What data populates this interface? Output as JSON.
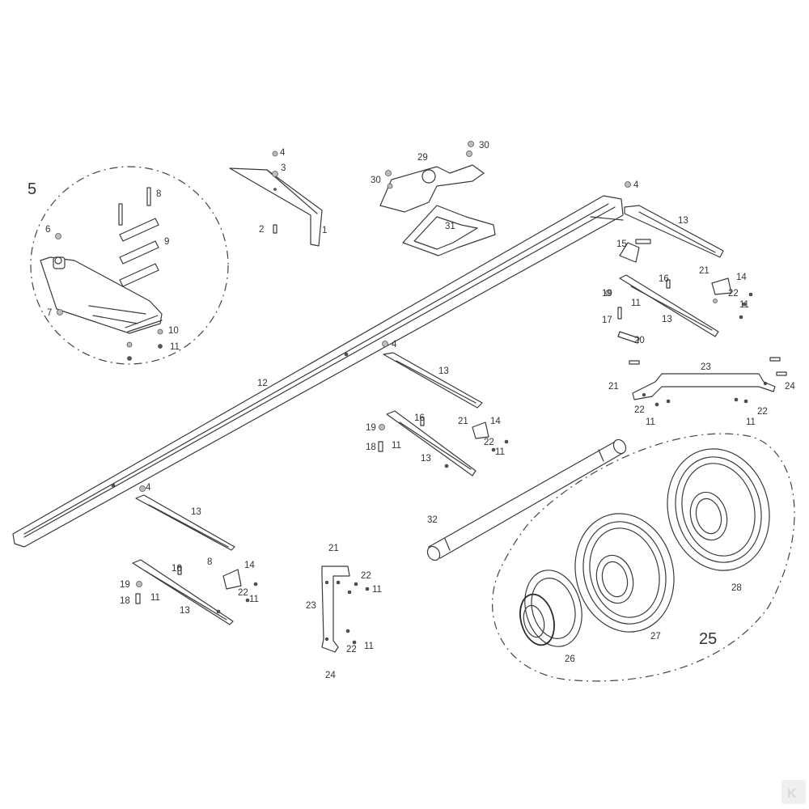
{
  "labels": {
    "p1": "1",
    "p2": "2",
    "p3": "3",
    "p4a": "4",
    "p4b": "4",
    "p4c": "4",
    "p4d": "4",
    "p5": "5",
    "p6": "6",
    "p7": "7",
    "p8a": "8",
    "p8b": "8",
    "p9": "9",
    "p10": "10",
    "p11a": "11",
    "p11b": "11",
    "p11c": "11",
    "p11d": "11",
    "p11e": "11",
    "p11f": "11",
    "p11g": "11",
    "p11h": "11",
    "p11i": "11",
    "p11j": "11",
    "p11k": "11",
    "p12": "12",
    "p13a": "13",
    "p13b": "13",
    "p13c": "13",
    "p13d": "13",
    "p13e": "13",
    "p13f": "13",
    "p14a": "14",
    "p14b": "14",
    "p14c": "14",
    "p15": "15",
    "p16a": "16",
    "p16b": "16",
    "p16c": "16",
    "p17": "17",
    "p18a": "18",
    "p18b": "18",
    "p19a": "19",
    "p19b": "19",
    "p19c": "19",
    "p20": "20",
    "p21a": "21",
    "p21b": "21",
    "p21c": "21",
    "p21d": "21",
    "p22a": "22",
    "p22b": "22",
    "p22c": "22",
    "p22d": "22",
    "p22e": "22",
    "p22f": "22",
    "p22g": "22",
    "p23a": "23",
    "p23b": "23",
    "p24a": "24",
    "p24b": "24",
    "p25": "25",
    "p26": "26",
    "p27": "27",
    "p28": "28",
    "p29": "29",
    "p30a": "30",
    "p30b": "30",
    "p31": "31",
    "p32": "32"
  },
  "logo": {
    "letter": "K"
  }
}
